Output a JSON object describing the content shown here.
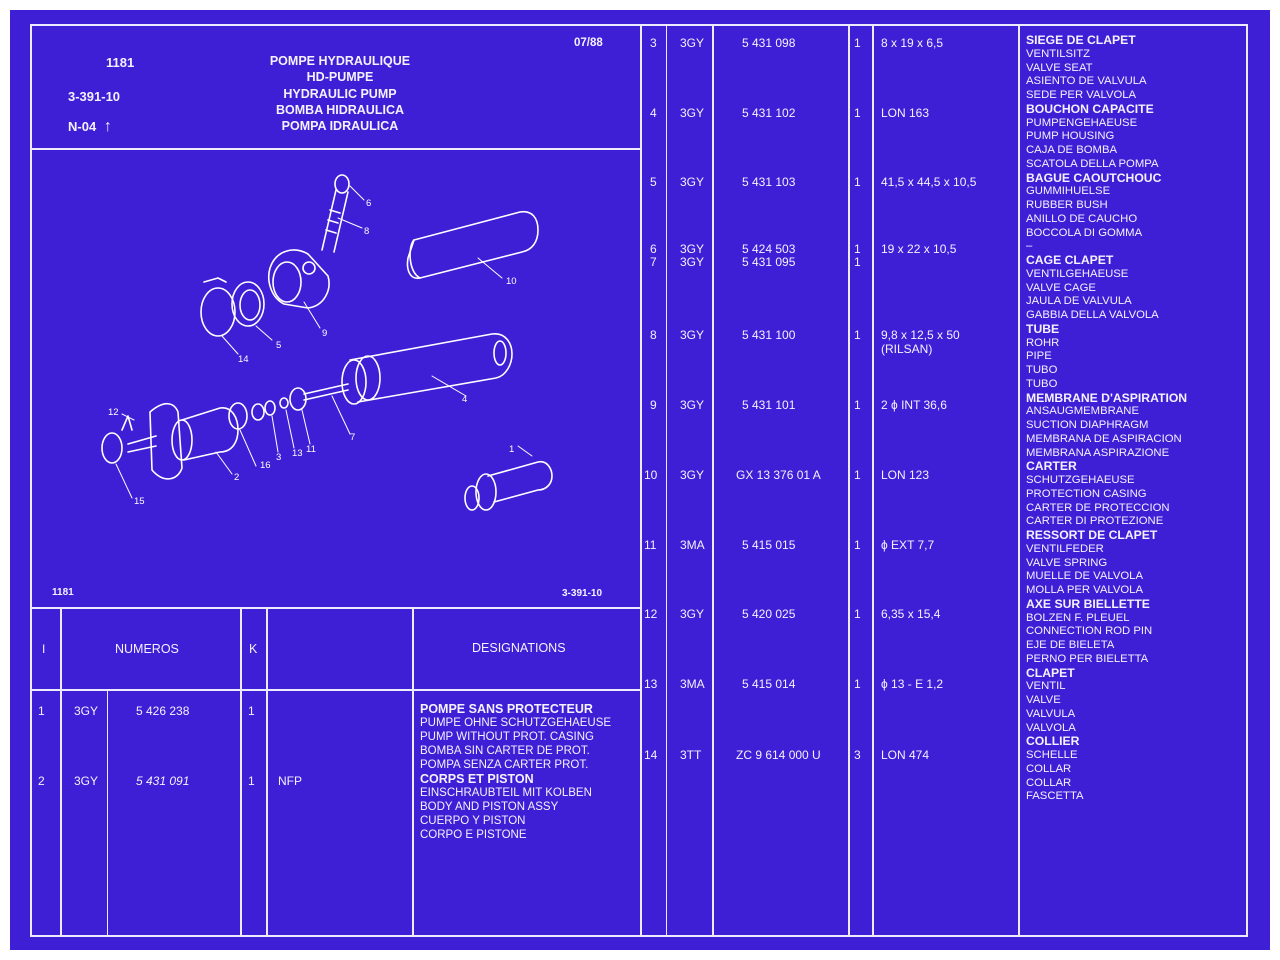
{
  "sheet": {
    "group_code": "1181",
    "ref": "3-391-10",
    "variant": "N-04",
    "date": "07/88",
    "title_lines": [
      "POMPE HYDRAULIQUE",
      "HD-PUMPE",
      "HYDRAULIC PUMP",
      "BOMBA HIDRAULICA",
      "POMPA IDRAULICA"
    ],
    "drawing_left_label": "1181",
    "drawing_right_label": "3-391-10"
  },
  "drawing": {
    "callouts": [
      "1",
      "2",
      "3",
      "4",
      "5",
      "6",
      "7",
      "8",
      "9",
      "10",
      "11",
      "12",
      "13",
      "14",
      "15",
      "16"
    ]
  },
  "table_header": {
    "col_item": "I",
    "col_numbers": "NUMEROS",
    "col_k": "K",
    "col_designations": "DESIGNATIONS"
  },
  "left_rows": [
    {
      "item": "1",
      "code": "3GY",
      "number": "5 426 238",
      "qty": "1",
      "note": "",
      "desc": [
        "POMPE SANS PROTECTEUR",
        "PUMPE OHNE SCHUTZGEHAEUSE",
        "PUMP WITHOUT PROT. CASING",
        "BOMBA SIN CARTER DE PROT.",
        "POMPA SENZA CARTER PROT."
      ]
    },
    {
      "item": "2",
      "code": "3GY",
      "number": "5 431 091",
      "qty": "1",
      "note": "NFP",
      "desc": [
        "CORPS ET PISTON",
        "EINSCHRAUBTEIL MIT KOLBEN",
        "BODY AND PISTON ASSY",
        "CUERPO Y PISTON",
        "CORPO E PISTONE"
      ]
    }
  ],
  "right_rows": [
    {
      "item": "3",
      "code": "3GY",
      "number": "5 431 098",
      "qty": "1",
      "spec": "8 x 19 x 6,5"
    },
    {
      "item": "4",
      "code": "3GY",
      "number": "5 431 102",
      "qty": "1",
      "spec": "LON 163"
    },
    {
      "item": "5",
      "code": "3GY",
      "number": "5 431 103",
      "qty": "1",
      "spec": "41,5 x 44,5 x 10,5"
    },
    {
      "item": "6",
      "code": "3GY",
      "number": "5 424 503",
      "qty": "1",
      "spec": "19 x 22 x 10,5"
    },
    {
      "item": "7",
      "code": "3GY",
      "number": "5 431 095",
      "qty": "1",
      "spec": ""
    },
    {
      "item": "8",
      "code": "3GY",
      "number": "5 431 100",
      "qty": "1",
      "spec": "9,8 x 12,5 x 50",
      "spec2": "(RILSAN)"
    },
    {
      "item": "9",
      "code": "3GY",
      "number": "5 431 101",
      "qty": "1",
      "spec": "2 ϕ INT 36,6"
    },
    {
      "item": "10",
      "code": "3GY",
      "number": "GX 13 376 01 A",
      "qty": "1",
      "spec": "LON 123"
    },
    {
      "item": "11",
      "code": "3MA",
      "number": "5 415 015",
      "qty": "1",
      "spec": "ϕ EXT 7,7"
    },
    {
      "item": "12",
      "code": "3GY",
      "number": "5 420 025",
      "qty": "1",
      "spec": "6,35 x 15,4"
    },
    {
      "item": "13",
      "code": "3MA",
      "number": "5 415 014",
      "qty": "1",
      "spec": "ϕ 13 - E 1,2"
    },
    {
      "item": "14",
      "code": "3TT",
      "number": "ZC 9 614 000 U",
      "qty": "3",
      "spec": "LON 474"
    }
  ],
  "right_designations": [
    {
      "text": "SIEGE DE CLAPET",
      "bold": true
    },
    {
      "text": "VENTILSITZ"
    },
    {
      "text": "VALVE SEAT"
    },
    {
      "text": "ASIENTO DE VALVULA"
    },
    {
      "text": "SEDE PER VALVOLA"
    },
    {
      "text": "BOUCHON CAPACITE",
      "bold": true
    },
    {
      "text": "PUMPENGEHAEUSE"
    },
    {
      "text": "PUMP HOUSING"
    },
    {
      "text": "CAJA DE BOMBA"
    },
    {
      "text": "SCATOLA DELLA POMPA"
    },
    {
      "text": "BAGUE CAOUTCHOUC",
      "bold": true
    },
    {
      "text": "GUMMIHUELSE"
    },
    {
      "text": "RUBBER BUSH"
    },
    {
      "text": "ANILLO DE CAUCHO"
    },
    {
      "text": "BOCCOLA DI GOMMA"
    },
    {
      "text": "–"
    },
    {
      "text": "CAGE CLAPET",
      "bold": true
    },
    {
      "text": "VENTILGEHAEUSE"
    },
    {
      "text": "VALVE CAGE"
    },
    {
      "text": "JAULA DE VALVULA"
    },
    {
      "text": "GABBIA DELLA VALVOLA"
    },
    {
      "text": "TUBE",
      "bold": true
    },
    {
      "text": "ROHR"
    },
    {
      "text": "PIPE"
    },
    {
      "text": "TUBO"
    },
    {
      "text": "TUBO"
    },
    {
      "text": "MEMBRANE D'ASPIRATION",
      "bold": true
    },
    {
      "text": "ANSAUGMEMBRANE"
    },
    {
      "text": "SUCTION DIAPHRAGM"
    },
    {
      "text": "MEMBRANA DE ASPIRACION"
    },
    {
      "text": "MEMBRANA ASPIRAZIONE"
    },
    {
      "text": "CARTER",
      "bold": true
    },
    {
      "text": "SCHUTZGEHAEUSE"
    },
    {
      "text": "PROTECTION CASING"
    },
    {
      "text": "CARTER DE PROTECCION"
    },
    {
      "text": "CARTER DI PROTEZIONE"
    },
    {
      "text": "RESSORT DE CLAPET",
      "bold": true
    },
    {
      "text": "VENTILFEDER"
    },
    {
      "text": "VALVE SPRING"
    },
    {
      "text": "MUELLE DE VALVOLA"
    },
    {
      "text": "MOLLA PER VALVOLA"
    },
    {
      "text": "AXE SUR BIELLETTE",
      "bold": true
    },
    {
      "text": "BOLZEN F. PLEUEL"
    },
    {
      "text": "CONNECTION ROD PIN"
    },
    {
      "text": "EJE DE BIELETA"
    },
    {
      "text": "PERNO PER BIELETTA"
    },
    {
      "text": "CLAPET",
      "bold": true
    },
    {
      "text": "VENTIL"
    },
    {
      "text": "VALVE"
    },
    {
      "text": "VALVULA"
    },
    {
      "text": "VALVOLA"
    },
    {
      "text": "COLLIER",
      "bold": true
    },
    {
      "text": "SCHELLE"
    },
    {
      "text": "COLLAR"
    },
    {
      "text": "COLLAR"
    },
    {
      "text": "FASCETTA"
    }
  ],
  "colors": {
    "background": "#3f1fd6",
    "ink": "#f4f2ff",
    "frame": "#ffffff"
  }
}
